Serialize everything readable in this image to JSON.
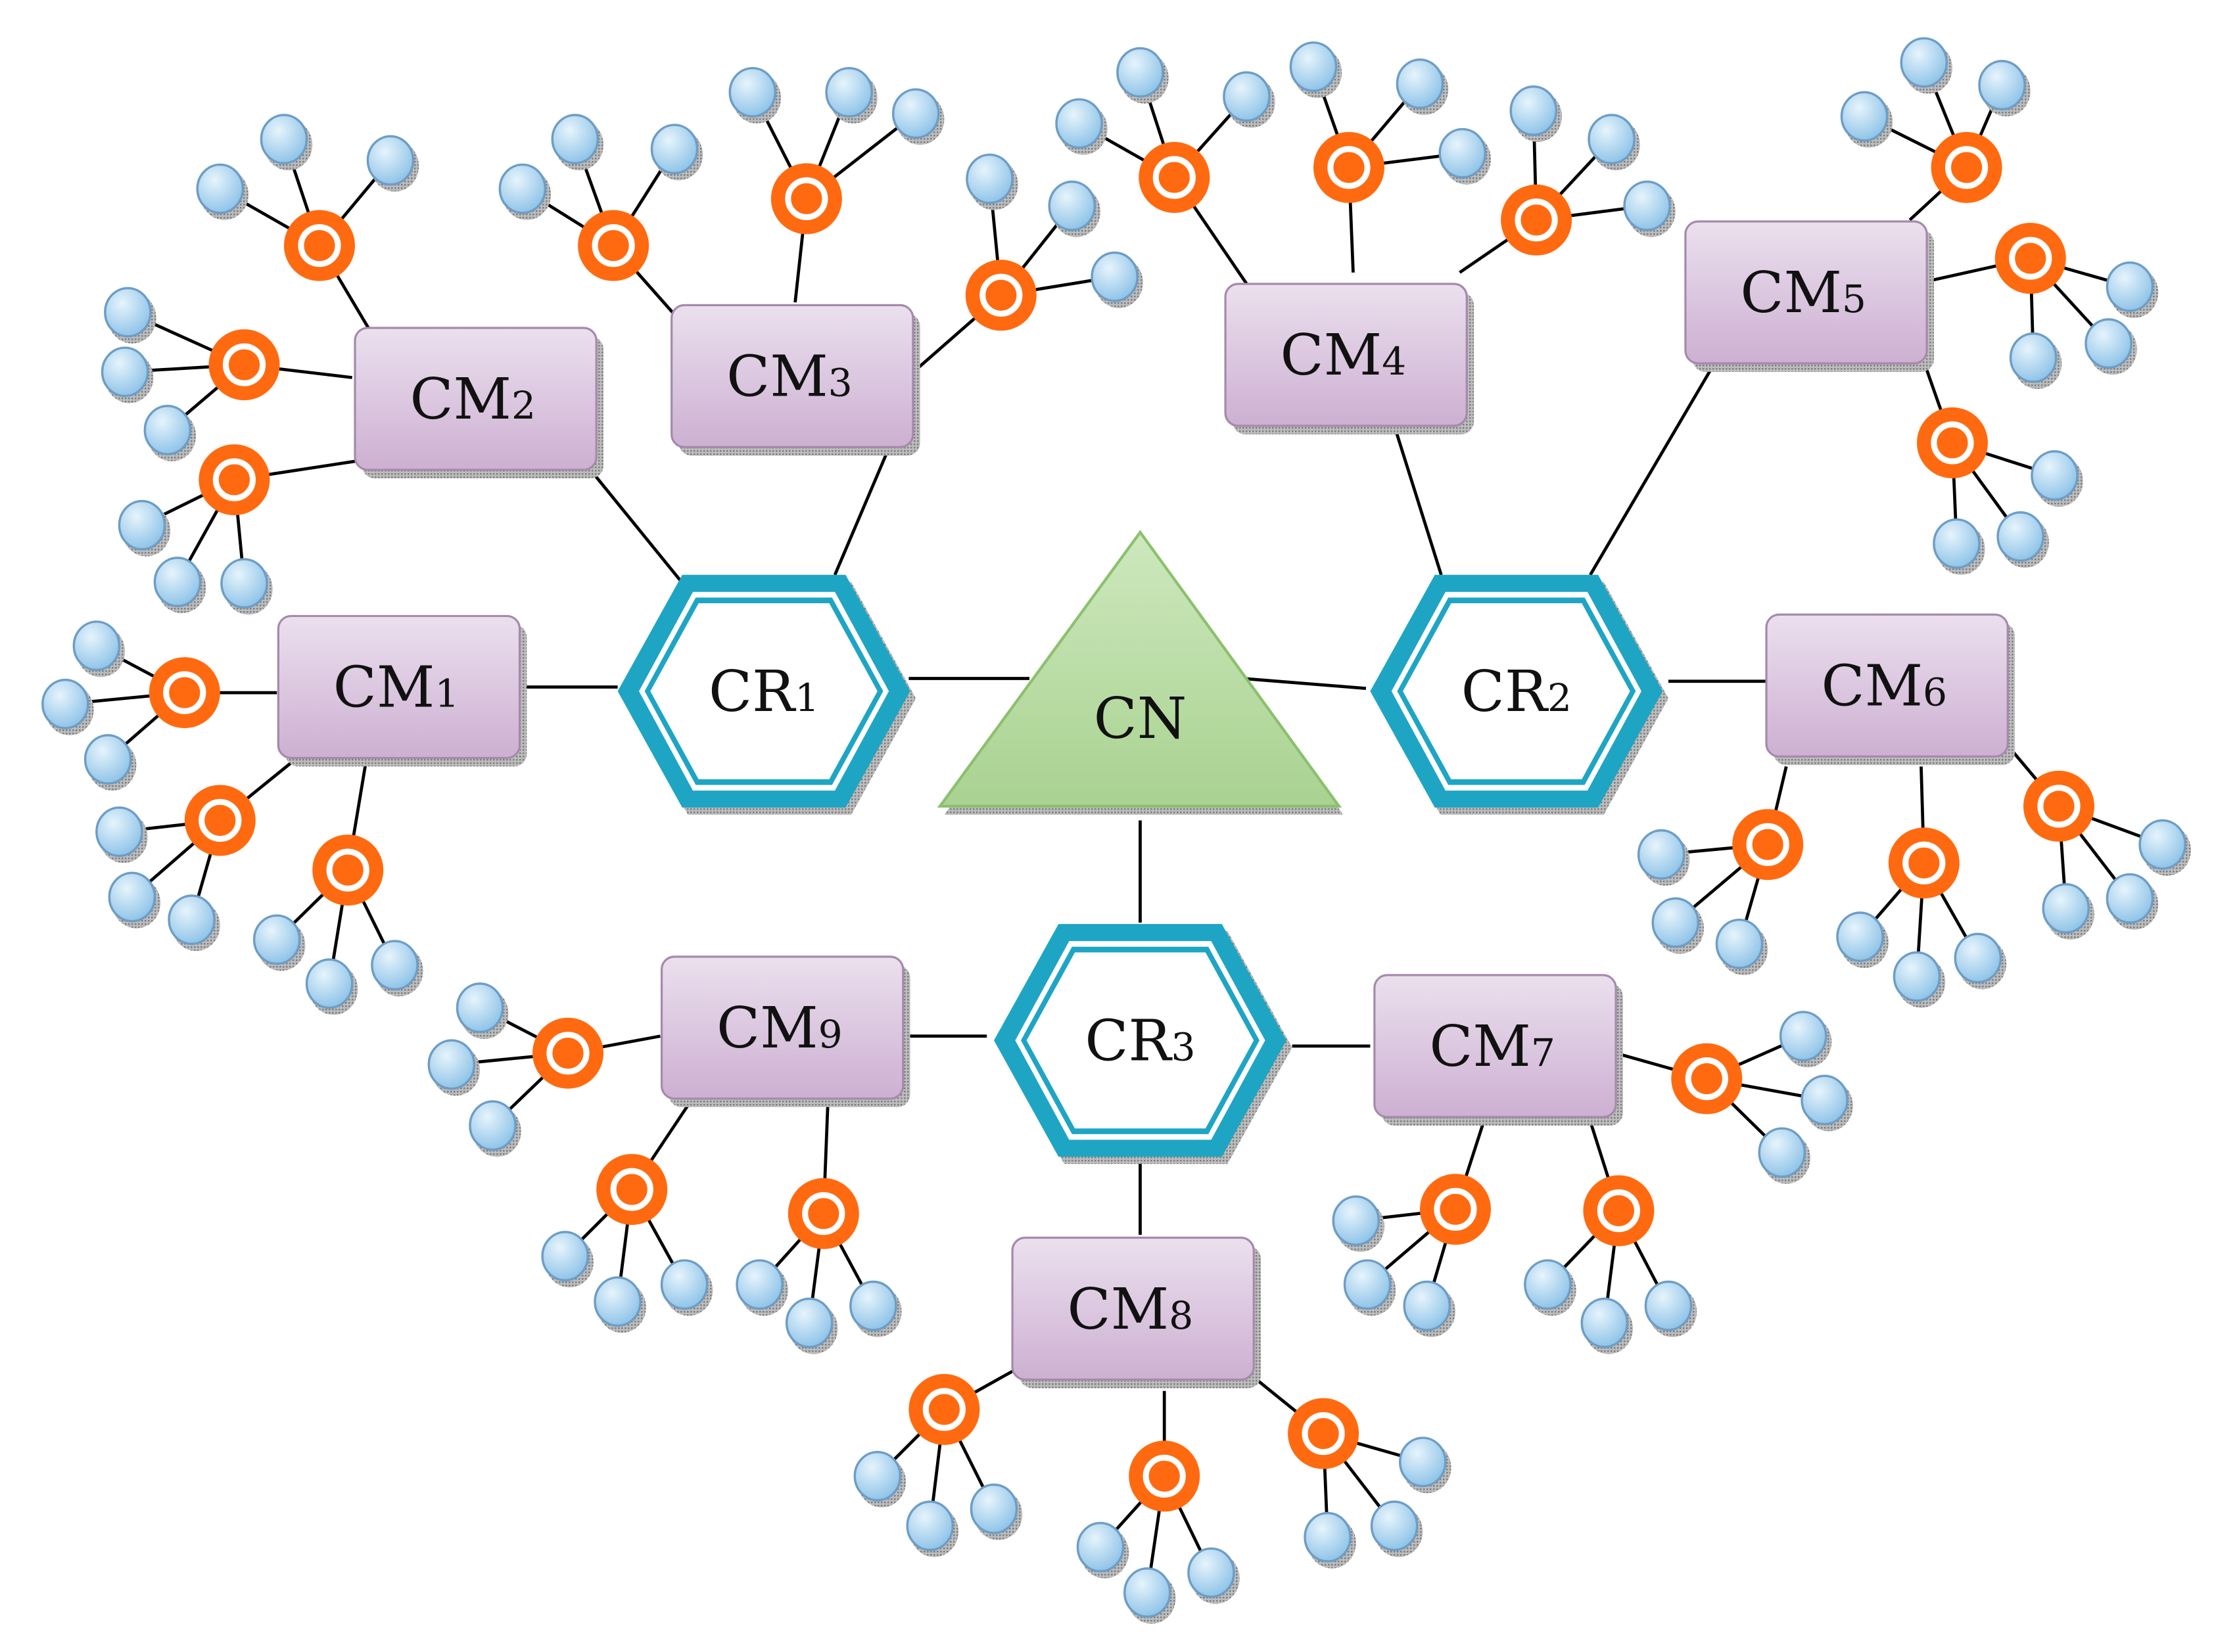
{
  "colors": {
    "cm_fill": "#d9c2dd",
    "cm_stroke": "#a58aab",
    "cr_stroke": "#1ea5c4",
    "cn_fill": "#b9dca4",
    "cn_stroke": "#8cc06e",
    "node_orange": "#ff6a10",
    "leaf_fill": "#a7d2ee",
    "leaf_stroke": "#6d9dc6",
    "edge": "#000000",
    "background": "#ffffff"
  },
  "diagram": {
    "cn": {
      "id": "cn",
      "label": "CN"
    },
    "rings": [
      {
        "id": "cr1",
        "base": "CR",
        "sub": "1"
      },
      {
        "id": "cr2",
        "base": "CR",
        "sub": "2"
      },
      {
        "id": "cr3",
        "base": "CR",
        "sub": "3"
      }
    ],
    "members": [
      {
        "id": "cm1",
        "base": "CM",
        "sub": "1",
        "ring": "cr1"
      },
      {
        "id": "cm2",
        "base": "CM",
        "sub": "2",
        "ring": "cr1"
      },
      {
        "id": "cm3",
        "base": "CM",
        "sub": "3",
        "ring": "cr1"
      },
      {
        "id": "cm4",
        "base": "CM",
        "sub": "4",
        "ring": "cr2"
      },
      {
        "id": "cm5",
        "base": "CM",
        "sub": "5",
        "ring": "cr2"
      },
      {
        "id": "cm6",
        "base": "CM",
        "sub": "6",
        "ring": "cr2"
      },
      {
        "id": "cm7",
        "base": "CM",
        "sub": "7",
        "ring": "cr3"
      },
      {
        "id": "cm8",
        "base": "CM",
        "sub": "8",
        "ring": "cr3"
      },
      {
        "id": "cm9",
        "base": "CM",
        "sub": "9",
        "ring": "cr3"
      }
    ]
  }
}
